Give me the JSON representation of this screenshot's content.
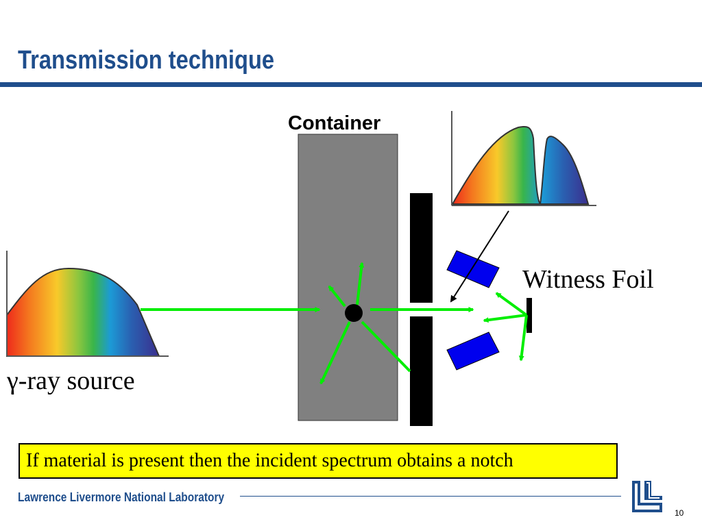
{
  "slide": {
    "title": "Transmission technique",
    "page_number": "10"
  },
  "diagram": {
    "container_label": "Container",
    "witness_foil_label": "Witness Foil",
    "source_label": "γ-ray source",
    "note": "If material is present then the incident spectrum obtains a notch"
  },
  "footer": {
    "organization": "Lawrence Livermore National Laboratory"
  },
  "colors": {
    "brand_blue": "#1f4e8c",
    "container_gray": "#808080",
    "ray_green": "#00ee00",
    "detector_blue": "#0000ee",
    "note_background": "#ffff00"
  },
  "icons": {
    "logo": "llnl-logo"
  }
}
